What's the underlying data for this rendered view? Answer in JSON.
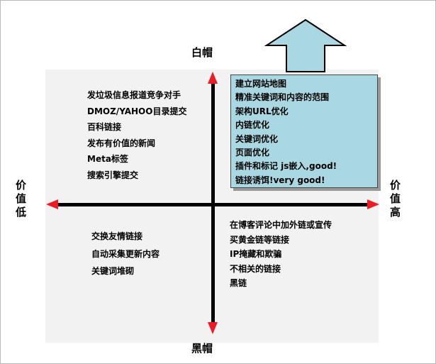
{
  "labels": {
    "top": "白帽",
    "bottom": "黑帽",
    "left": "价值低",
    "right": "价值高"
  },
  "quadrants": {
    "top_left": [
      "发垃圾信息报道竞争对手",
      "DMOZ/YAHOO目录提交",
      "百科链接",
      "发布有价值的新闻",
      "Meta标签",
      "搜索引擎提交"
    ],
    "top_right": [
      "建立网站地图",
      "精准关键词和内容的范围",
      "架构URL优化",
      "内链优化",
      "关键词优化",
      "页面优化",
      "插件和标记 js嵌入,good!",
      "链接诱饵!very good!"
    ],
    "bottom_left": [
      "交换友情链接",
      "自动采集更新内容",
      "关键词堆砌"
    ],
    "bottom_right": [
      "在博客评论中加外链或宣传",
      "买黄金链等链接",
      "IP掩藏和欺骗",
      "不相关的链接",
      "黑链"
    ]
  },
  "colors": {
    "highlight": "#a9d8e2",
    "arrow-red": "#ed1c24",
    "axis": "#000000",
    "panel": "#f2f2f2",
    "shadow": "#999999"
  }
}
